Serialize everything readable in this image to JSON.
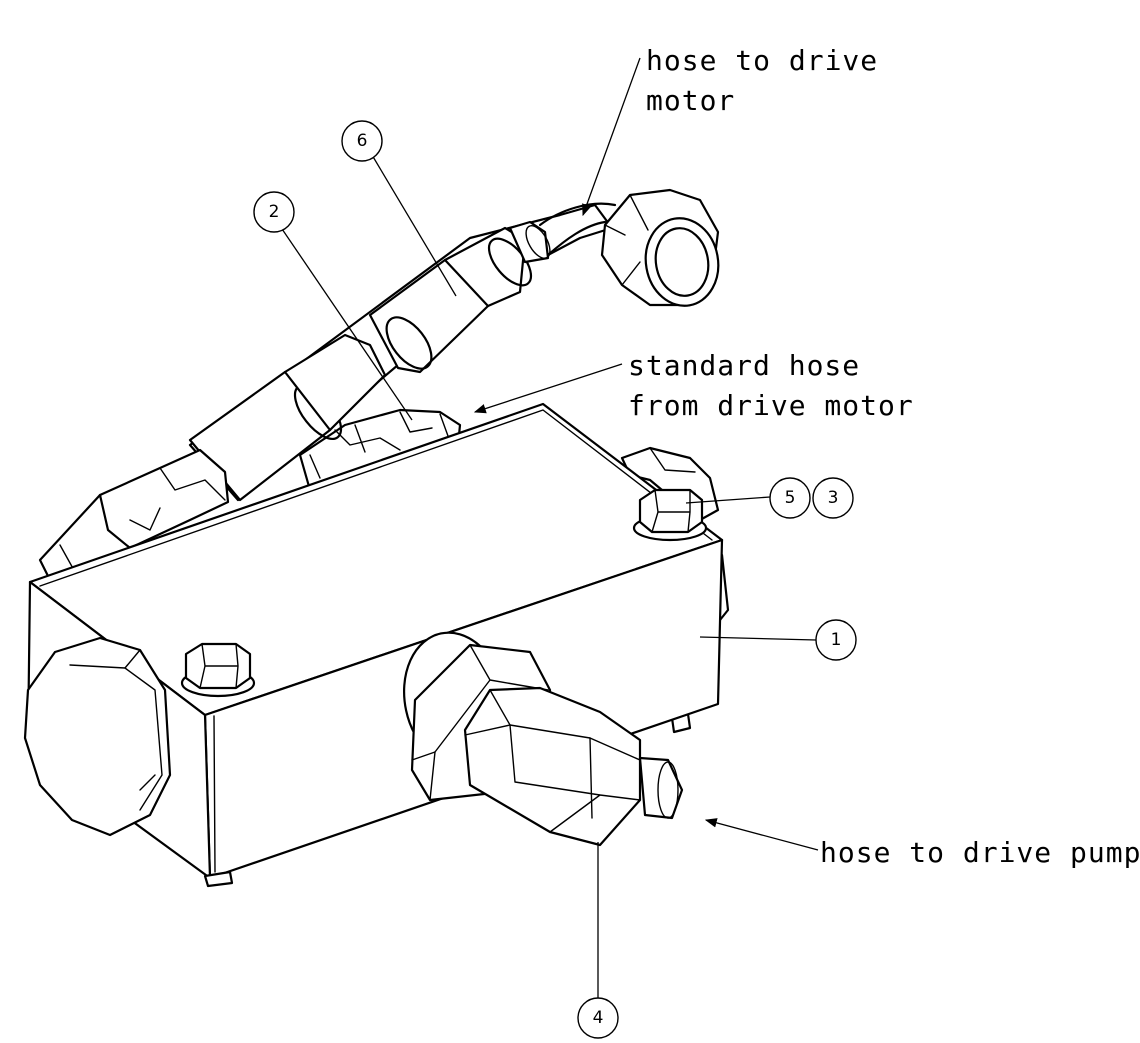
{
  "notes": {
    "hose_to_drive_motor": [
      "hose to drive",
      "motor"
    ],
    "standard_hose": [
      "standard hose",
      "from drive motor"
    ],
    "hose_to_drive_pump": "hose to drive pump"
  },
  "balloons": {
    "b1": "1",
    "b2": "2",
    "b3": "3",
    "b4": "4",
    "b5": "5",
    "b6": "6"
  }
}
